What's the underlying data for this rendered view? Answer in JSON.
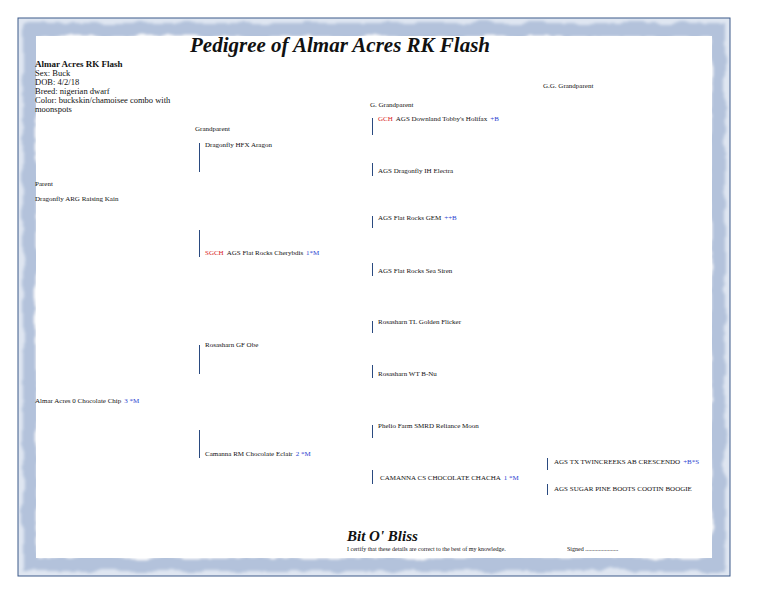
{
  "diagram": {
    "title": "Pedigree of Almar Acres RK Flash",
    "labels": [
      "Almar Acres RK Flash",
      "Sex: Buck",
      "DOB: 4/2/18",
      "Breed: nigerian dwarf",
      "Color: buckskin/chamoisee combo with moonspots",
      "Parent",
      "Grandparent",
      "G. Grandparent",
      "G.G. Grandparent",
      "Dragonfly ARG Raising Kain",
      "Almar Acres 0 Chocolate Chip",
      "3 *M",
      "Dragonfly HFX Aragon",
      "SGCH",
      "AGS Flat Rocks Cherybdis",
      "1*M",
      "Rosasharn GF Obe",
      "Camanna RM Chocolate Eclair",
      "2 *M",
      "GCH",
      "AGS Downland Tobby's Holifax",
      "+B",
      "AGS Dragonfly IH Electra",
      "AGS Flat Rocks GEM",
      "++B",
      "AGS Flat Rocks Sea Siren",
      "Rosasharn TL Golden Flicker",
      "Rosasharn WT B-Nu",
      "Phelio Farm SMRD Reliance Moon",
      "CAMANNA CS CHOCOLATE CHACHA",
      "1 *M",
      "AGS TX TWINCREEKS AB CRESCENDO",
      "+B*S",
      "AGS SUGAR PINE BOOTS COOTIN BOOGIE",
      "Bit O' Bliss",
      "I certify that these details are correct to the best of my knowledge.",
      "Signed ......................"
    ]
  }
}
